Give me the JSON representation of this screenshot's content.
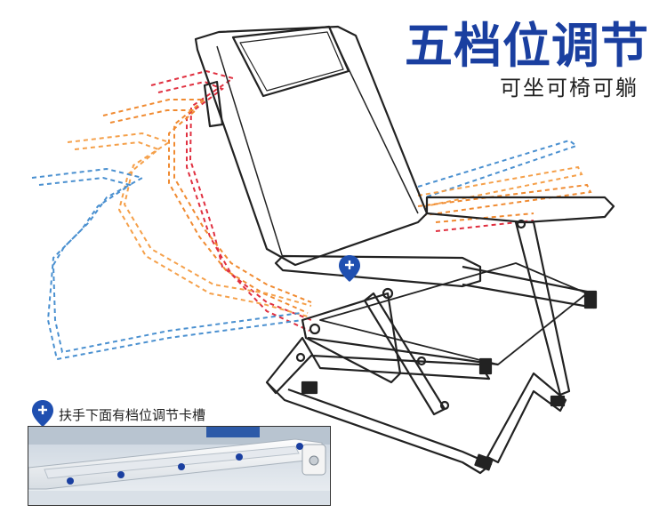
{
  "title": "五档位调节",
  "subtitle": "可坐可椅可躺",
  "detail": {
    "caption": "扶手下面有档位调节卡槽"
  },
  "colors": {
    "title": "#1a3fa0",
    "pin": "#1f4fb0",
    "position_1": "#e03040",
    "position_2": "#f08a30",
    "position_3": "#f5a04a",
    "position_4": "#4a90d0",
    "frame": "#222222"
  },
  "icons": [
    "location-pin-icon",
    "plus-icon"
  ]
}
